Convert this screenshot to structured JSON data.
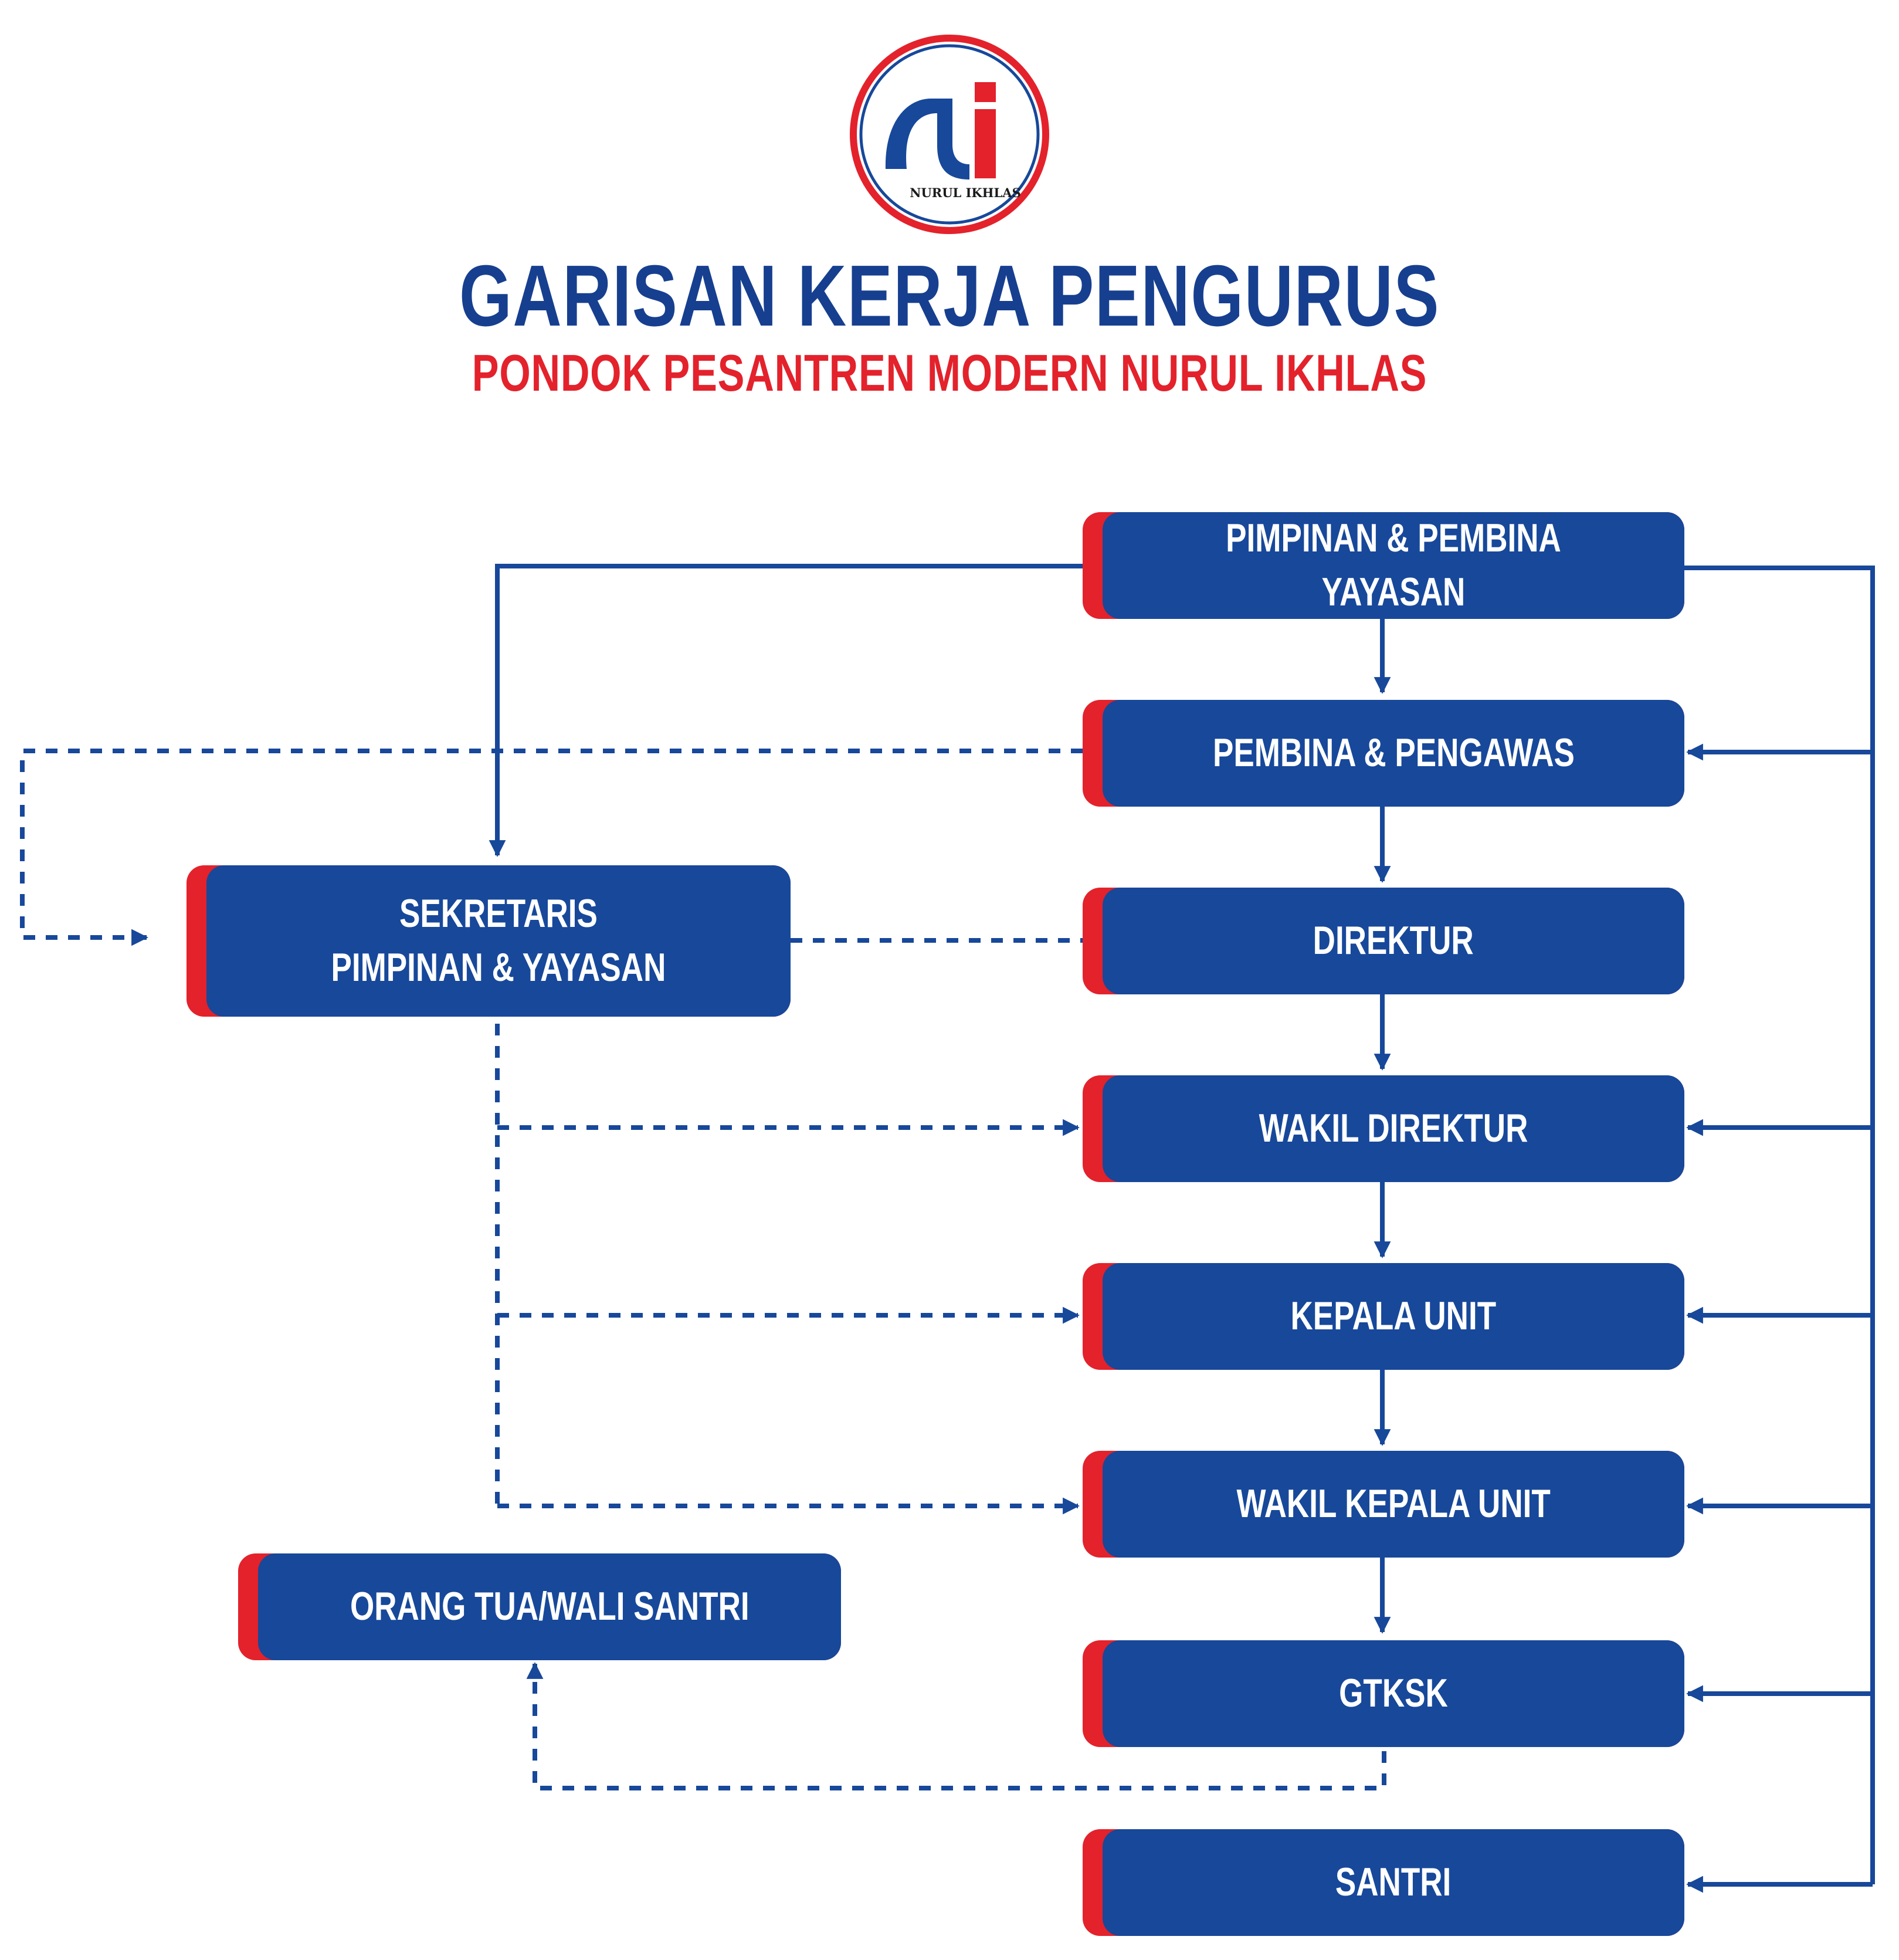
{
  "header": {
    "logo_text": "NURUL IKHLAS",
    "title": "GARISAN KERJA PENGURUS",
    "subtitle": "PONDOK PESANTREN MODERN NURUL IKHLAS"
  },
  "nodes": {
    "pimpinan": "PIMPINAN & PEMBINA YAYASAN",
    "pembina": "PEMBINA & PENGAWAS",
    "direktur": "DIREKTUR",
    "wakil_direktur": "WAKIL DIREKTUR",
    "kepala_unit": "KEPALA UNIT",
    "wakil_kepala_unit": "WAKIL KEPALA UNIT",
    "gtksk": "GTKSK",
    "santri": "SANTRI",
    "sekretaris": "SEKRETARIS\nPIMPINAN &  YAYASAN",
    "orang_tua": "ORANG TUA/WALI SANTRI"
  },
  "colors": {
    "navy": "#17489a",
    "red": "#e3222c",
    "title_blue": "#173f8f"
  }
}
